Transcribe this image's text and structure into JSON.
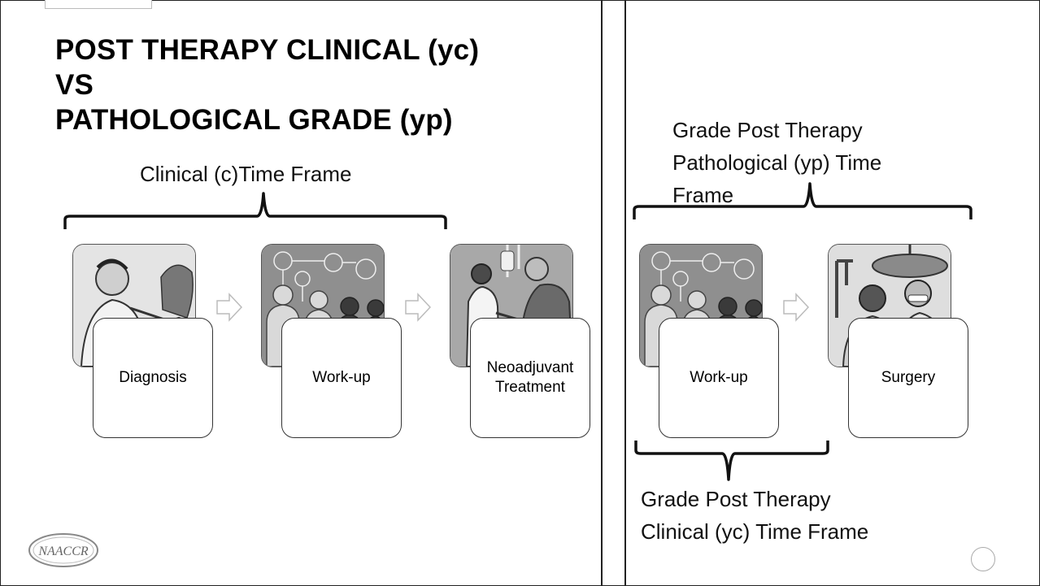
{
  "slide": {
    "title_lines": [
      "POST THERAPY CLINICAL (yc)",
      "VS",
      "PATHOLOGICAL GRADE (yp)"
    ]
  },
  "left_panel": {
    "timeframe_label": "Clinical (c)Time Frame",
    "steps": [
      {
        "label": "Diagnosis",
        "icon": "doctor-patient-exam-icon"
      },
      {
        "label": "Work-up",
        "icon": "medical-team-icon"
      },
      {
        "label": "Neoadjuvant Treatment",
        "icon": "infusion-treatment-icon"
      }
    ]
  },
  "right_panel": {
    "top_timeframe_label": "Grade Post Therapy Pathological (yp) Time Frame",
    "bottom_timeframe_label_lines": [
      "Grade Post Therapy",
      "Clinical (yc) Time Frame"
    ],
    "steps": [
      {
        "label": "Work-up",
        "icon": "medical-team-icon"
      },
      {
        "label": "Surgery",
        "icon": "surgeons-operating-icon"
      }
    ]
  },
  "footer": {
    "logo_text": "NAACCR"
  }
}
